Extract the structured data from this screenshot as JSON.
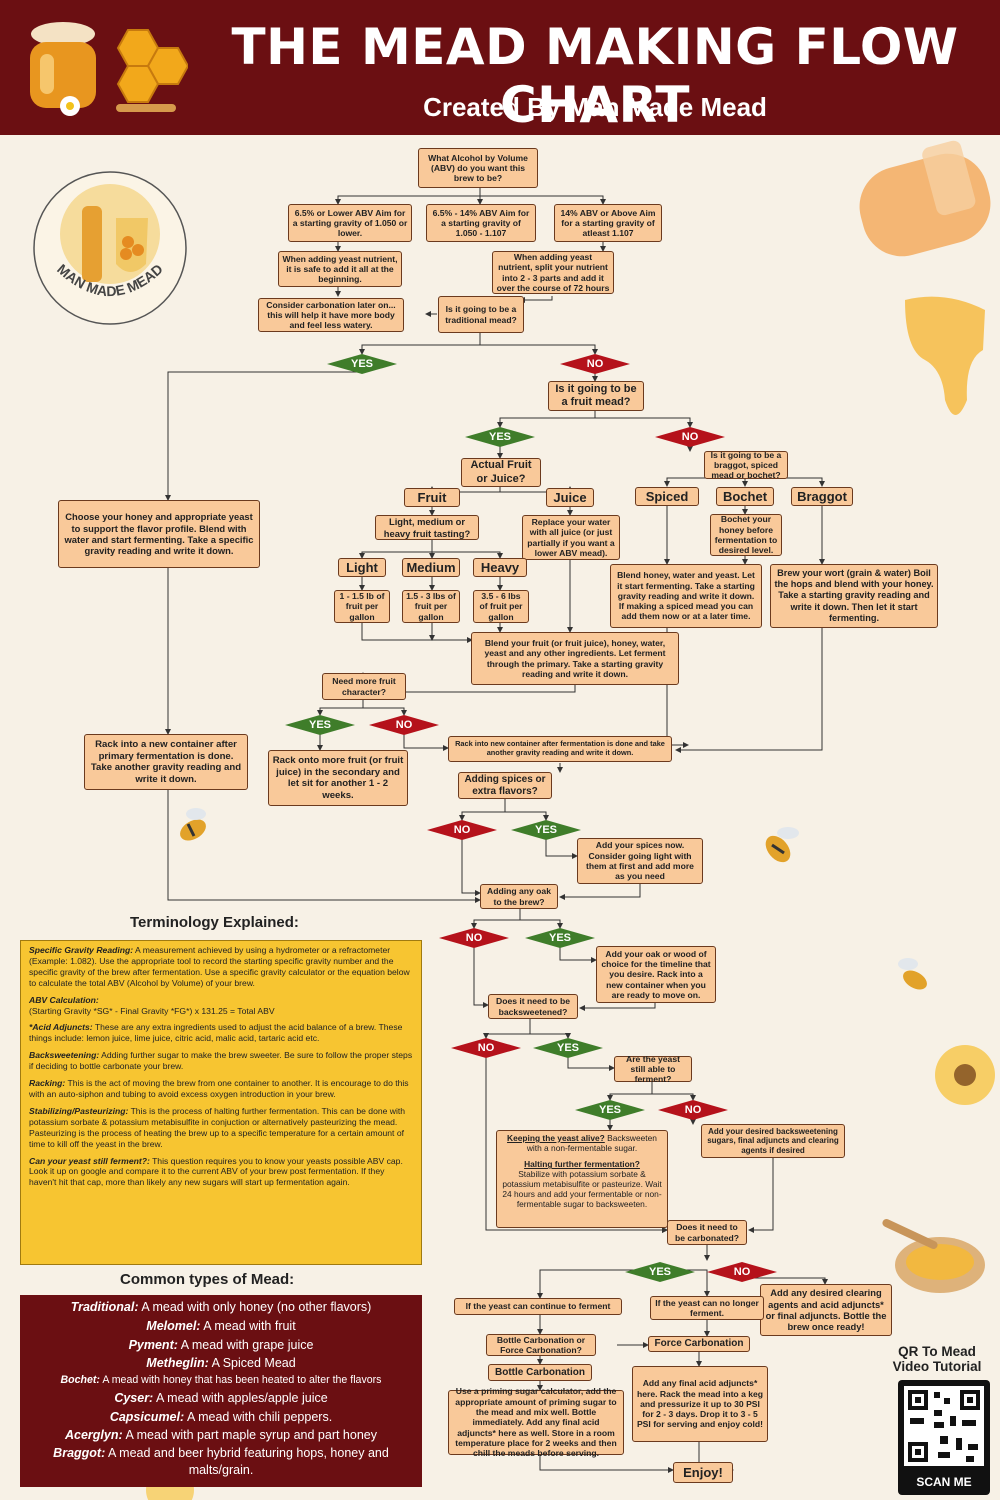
{
  "header": {
    "title": "THE MEAD MAKING FLOW CHART",
    "subtitle": "Created By Man Made Mead"
  },
  "logo_text": "MAN MADE MEAD",
  "colors": {
    "header": "#6b0f12",
    "box": "#f9c99a",
    "yes": "#3f7d2a",
    "no": "#b5121b",
    "terms": "#f7c531"
  },
  "flow": {
    "q_abv": "What Alcohol by Volume (ABV) do you want this brew to be?",
    "abv_low": "6.5% or Lower ABV Aim for a starting gravity of 1.050 or lower.",
    "abv_mid": "6.5% - 14% ABV Aim for a starting gravity of 1.050 - 1.107",
    "abv_high": "14% ABV or Above Aim for a starting gravity of atleast 1.107",
    "nutrient_low": "When adding yeast nutrient, it is safe to add it all at the beginning.",
    "nutrient_high": "When adding yeast nutrient, split your nutrient into 2 - 3 parts and add it over the course of 72 hours",
    "carbonation_note": "Consider carbonation later on... this will help it have more body and feel less watery.",
    "q_traditional": "Is it going to be a traditional mead?",
    "choose_honey": "Choose your honey and appropriate yeast to support the flavor profile. Blend with water and start fermenting. Take a specific gravity reading and write it down.",
    "q_fruit": "Is it going to be a fruit mead?",
    "q_fruit_juice": "Actual Fruit or Juice?",
    "fruit": "Fruit",
    "juice": "Juice",
    "q_tasting": "Light, medium or heavy fruit tasting?",
    "light": "Light",
    "medium": "Medium",
    "heavy": "Heavy",
    "light_amt": "1 - 1.5 lb of fruit per gallon",
    "medium_amt": "1.5 - 3 lbs of fruit per gallon",
    "heavy_amt": "3.5 - 6 lbs of fruit per gallon",
    "juice_note": "Replace your water with all juice (or just partially if you want a lower ABV mead).",
    "q_braggot": "Is it going to be a braggot, spiced mead or bochet?",
    "spiced": "Spiced",
    "bochet": "Bochet",
    "braggot": "Braggot",
    "bochet_note": "Bochet your honey before fermentation to desired level.",
    "spiced_note": "Blend honey, water and yeast. Let it start fermenting. Take a starting gravity reading and write it down. If making a spiced mead you can add them now or at a later time.",
    "braggot_note": "Brew your wort (grain & water) Boil the hops and blend with your honey. Take a starting gravity reading and write it down. Then let it start fermenting.",
    "blend_fruit": "Blend your fruit (or fruit juice), honey, water, yeast and any other ingredients. Let ferment through the primary. Take a starting gravity reading and write it down.",
    "q_more_fruit": "Need more fruit character?",
    "rack_fruit": "Rack onto more fruit (or fruit juice) in the secondary and let sit for another 1 - 2 weeks.",
    "rack_primary": "Rack into a new container after primary fermentation is done. Take another gravity reading and write it down.",
    "rack_after": "Rack into new container after fermentation is done and take another gravity reading and write it down.",
    "q_spices": "Adding spices or extra flavors?",
    "add_spices": "Add your spices now. Consider going light with them at first and add more as you need",
    "q_oak": "Adding any oak to the brew?",
    "add_oak": "Add your oak or wood of choice for the timeline that you desire. Rack into a new container when you are ready to move on.",
    "q_backsweeten": "Does it need to be backsweetened?",
    "q_yeast_able": "Are the yeast still able to ferment?",
    "add_desired": "Add your desired backsweetening sugars, final adjuncts and clearing agents if desired",
    "keep_alive_title": "Keeping the yeast alive?",
    "keep_alive_text": "Backsweeten with a non-fermentable sugar.",
    "halt_title": "Halting further fermentation?",
    "halt_text": "Stabilize with potassium sorbate & potassium metabisulfite or pasteurize. Wait 24 hours and add your fermentable or non-fermentable sugar to backsweeten.",
    "q_carbonated": "Does it need to be carbonated?",
    "clearing": "Add any desired clearing agents and acid adjuncts* or final adjuncts. Bottle the brew once ready!",
    "yeast_can": "If the yeast can continue to ferment",
    "yeast_cannot": "If the yeast can no longer ferment.",
    "q_bottle_force": "Bottle Carbonation or Force Carbonation?",
    "force": "Force Carbonation",
    "bottle": "Bottle Carbonation",
    "bottle_note": "Use a priming sugar calculator, add the appropriate amount of priming sugar to the mead and mix well. Bottle immediately. Add any final acid adjuncts* here as well. Store in a room temperature place for 2 weeks and then chill the meads before serving.",
    "force_note": "Add any final acid adjuncts* here. Rack the mead into a keg and pressurize it up to 30 PSI for 2 - 3 days. Drop it to 3 - 5 PSI for serving and enjoy cold!",
    "enjoy": "Enjoy!",
    "yes": "YES",
    "no": "NO"
  },
  "terminology": {
    "title": "Terminology Explained:",
    "items": [
      {
        "term": "Specific Gravity Reading:",
        "text": "A measurement achieved by using a hydrometer or a refractometer (Example: 1.082). Use the appropriate tool to record the starting specific gravity number and the specific gravity of the brew after fermentation. Use a specific gravity calculator or the equation below to calculate the total ABV (Alcohol by Volume) of your brew."
      },
      {
        "term": "ABV Calculation:",
        "text": "(Starting Gravity *SG* - Final Gravity *FG*) x 131.25 = Total ABV"
      },
      {
        "term": "*Acid Adjuncts:",
        "text": "These are any extra ingredients used to adjust the acid balance of a brew. These things include: lemon juice, lime juice, citric acid, malic acid, tartaric acid etc."
      },
      {
        "term": "Backsweetening:",
        "text": "Adding further sugar to make the brew sweeter. Be sure to follow the proper steps if deciding to bottle carbonate your brew."
      },
      {
        "term": "Racking:",
        "text": "This is the act of moving the brew from one container to another. It is encourage to do this with an auto-siphon and tubing to avoid excess oxygen introduction in your brew."
      },
      {
        "term": "Stabilizing/Pasteurizing:",
        "text": "This is the process of halting further fermentation. This can be done with potassium sorbate & potassium metabisulfite in conjuction or alternatively pasteurizing the mead. Pasteurizing is the process of heating the brew up to a specific temperature for a certain amount of time to kill off the yeast in the brew."
      },
      {
        "term": "Can your yeast still ferment?:",
        "text": "This question requires you to know your yeasts possible ABV cap. Look it up on google and compare it to the current ABV of your brew post fermentation. If they haven't hit that cap, more than likely any new sugars will start up fermentation again."
      }
    ]
  },
  "types": {
    "title": "Common types of Mead:",
    "items": [
      {
        "name": "Traditional:",
        "desc": "A mead with only honey (no other flavors)"
      },
      {
        "name": "Melomel:",
        "desc": "A mead with fruit"
      },
      {
        "name": "Pyment:",
        "desc": "A mead with grape juice"
      },
      {
        "name": "Metheglin:",
        "desc": "A Spiced Mead"
      },
      {
        "name": "Bochet:",
        "desc": "A mead with honey that has been heated to alter the flavors"
      },
      {
        "name": "Cyser:",
        "desc": "A mead with apples/apple juice"
      },
      {
        "name": "Capsicumel:",
        "desc": "A mead with chili peppers."
      },
      {
        "name": "Acerglyn:",
        "desc": "A mead with part maple syrup and part honey"
      },
      {
        "name": "Braggot:",
        "desc": "A mead and beer hybrid featuring hops, honey and malts/grain."
      }
    ]
  },
  "qr": {
    "title": "QR To Mead Video Tutorial",
    "scan": "SCAN ME"
  }
}
